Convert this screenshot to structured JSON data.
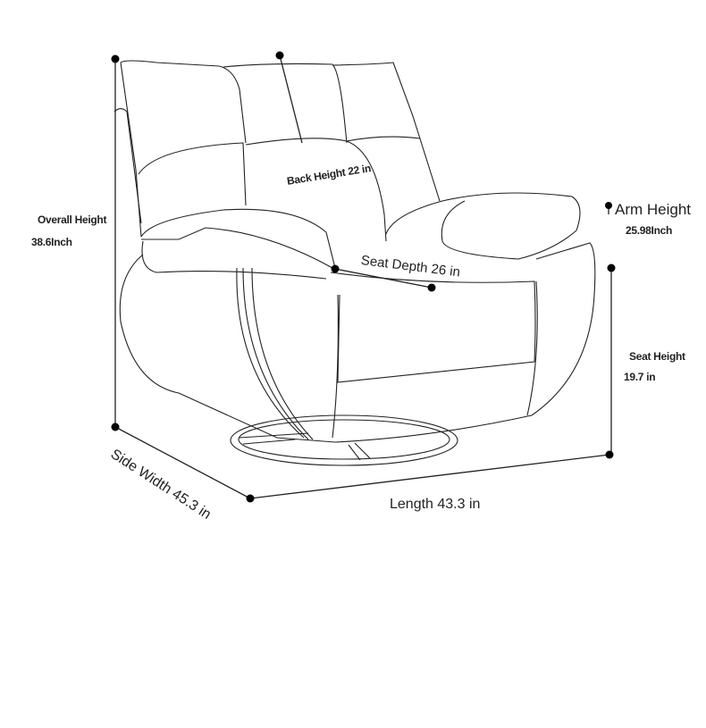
{
  "dimensions": {
    "overall_height": {
      "label": "Overall Height",
      "value": "38.6Inch"
    },
    "back_height": {
      "label": "Back Height 22 in"
    },
    "seat_depth": {
      "label": "Seat Depth 26 in"
    },
    "arm_height": {
      "label": "Arm Height",
      "value": "25.98Inch"
    },
    "seat_height": {
      "label": "Seat Height",
      "value": "19.7 in"
    },
    "side_width": {
      "label": "Side Width 45.3 in"
    },
    "length": {
      "label": "Length 43.3 in"
    }
  }
}
